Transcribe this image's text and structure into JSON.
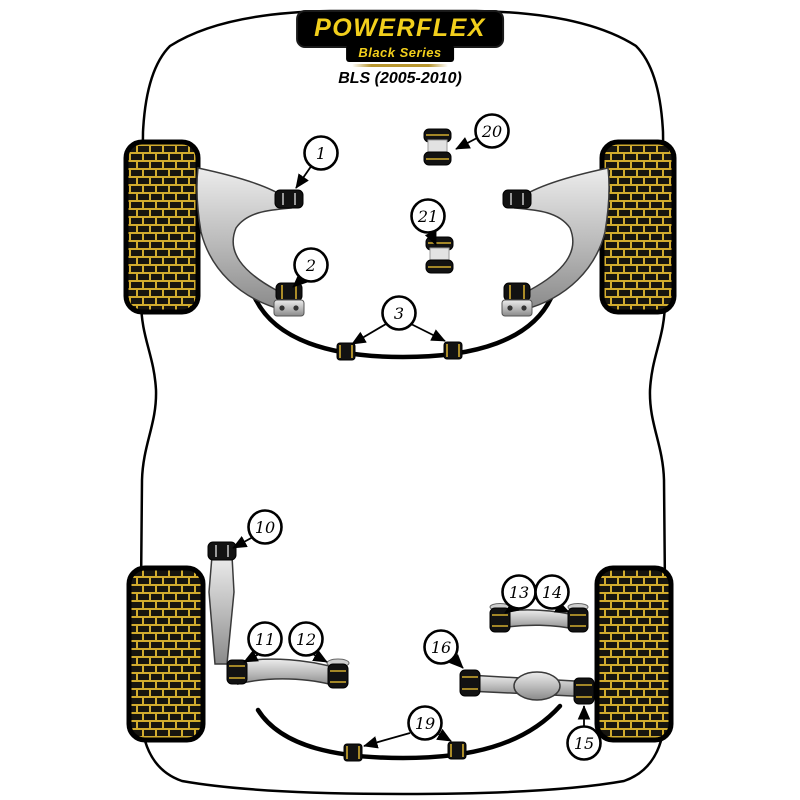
{
  "header": {
    "brand": "POWERFLEX",
    "series": "Black Series",
    "model": "BLS (2005-2010)"
  },
  "colors": {
    "brand_yellow": "#f2cf1c",
    "tire_yellow": "#d2ac2e",
    "line_black": "#000000",
    "metal_gray": "#b5b5b5"
  },
  "callouts": [
    {
      "label": "1"
    },
    {
      "label": "2"
    },
    {
      "label": "3"
    },
    {
      "label": "10"
    },
    {
      "label": "11"
    },
    {
      "label": "12"
    },
    {
      "label": "13"
    },
    {
      "label": "14"
    },
    {
      "label": "15"
    },
    {
      "label": "16"
    },
    {
      "label": "19"
    },
    {
      "label": "20"
    },
    {
      "label": "21"
    }
  ]
}
